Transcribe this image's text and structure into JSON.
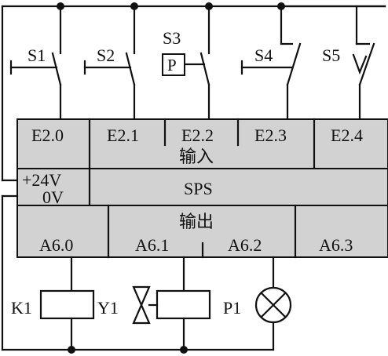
{
  "plc": {
    "title": "SPS",
    "input_label": "输入",
    "output_label": "输出",
    "power_plus": "+24V",
    "power_zero": "0V",
    "inputs": [
      "E2.0",
      "E2.1",
      "E2.2",
      "E2.3",
      "E2.4"
    ],
    "outputs": [
      "A6.0",
      "A6.1",
      "A6.2",
      "A6.3"
    ]
  },
  "switches": {
    "s1": "S1",
    "s2": "S2",
    "s3": "S3",
    "s3_box": "P",
    "s4": "S4",
    "s5": "S5"
  },
  "loads": {
    "k1": "K1",
    "y1": "Y1",
    "p1": "P1"
  }
}
